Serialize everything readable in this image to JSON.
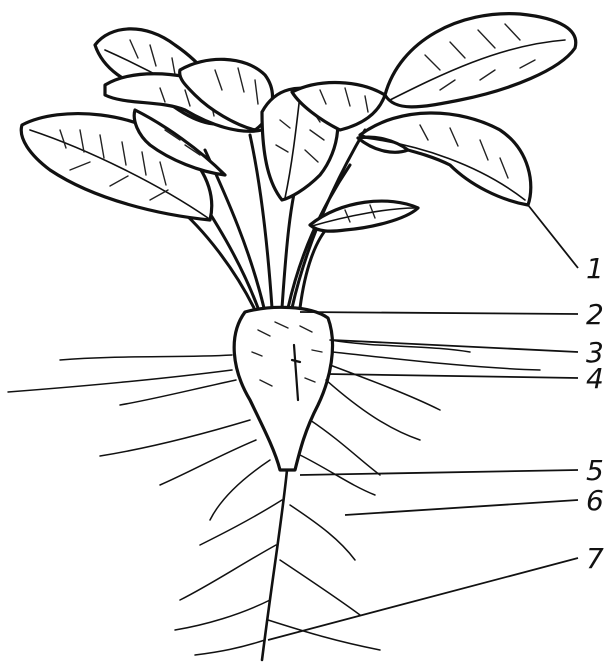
{
  "labels": [
    {
      "id": "1",
      "text": "1"
    },
    {
      "id": "2",
      "text": "2"
    },
    {
      "id": "3",
      "text": "3"
    },
    {
      "id": "4",
      "text": "4"
    },
    {
      "id": "5",
      "text": "5"
    },
    {
      "id": "6",
      "text": "6"
    },
    {
      "id": "7",
      "text": "7"
    }
  ],
  "colors": {
    "ink": "#111111",
    "paper": "#ffffff"
  }
}
